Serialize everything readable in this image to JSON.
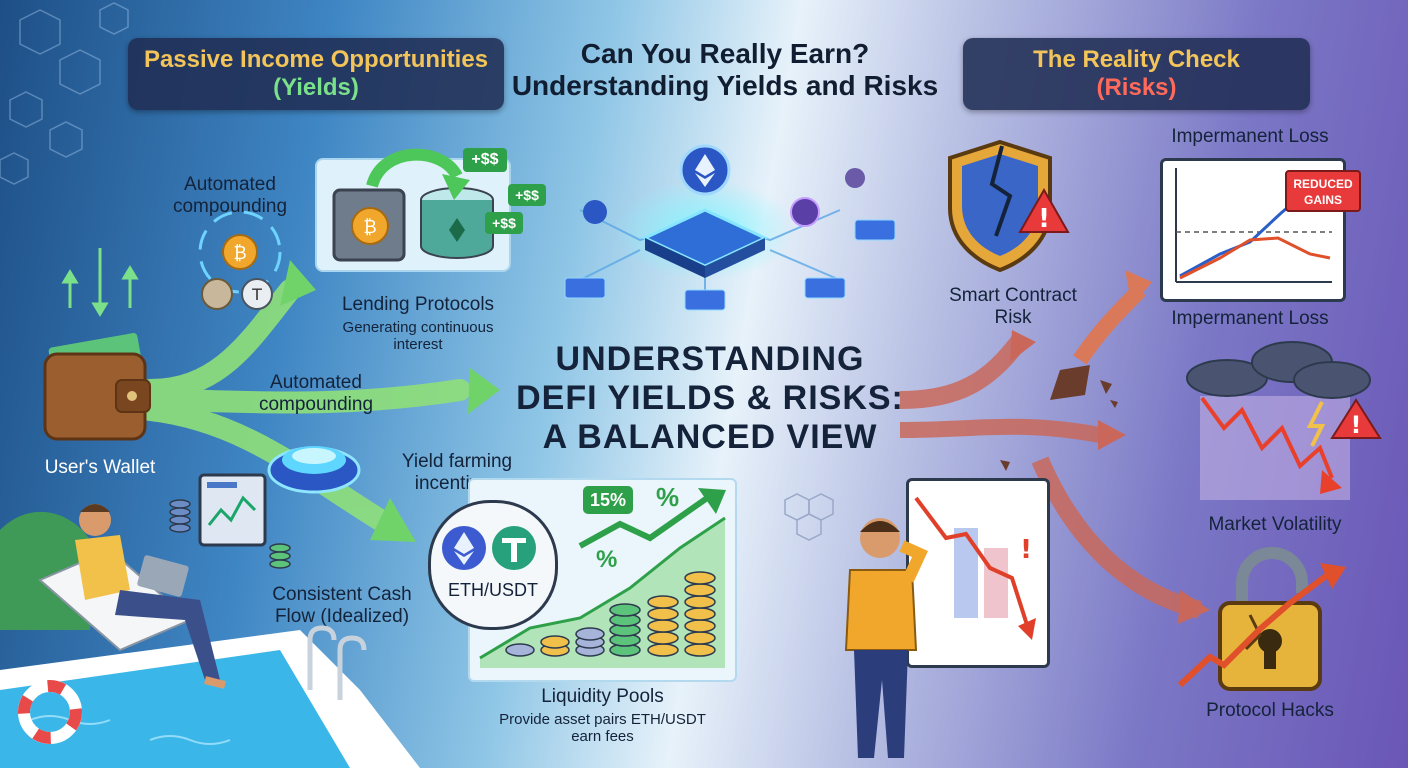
{
  "header": {
    "left_pill": {
      "line1": "Passive Income Opportunities",
      "line2": "(Yields)"
    },
    "center_title": {
      "line1": "Can You Really Earn?",
      "line2": "Understanding Yields and Risks"
    },
    "right_pill": {
      "line1": "The Reality Check",
      "line2": "(Risks)"
    }
  },
  "main_title": {
    "line1": "UNDERSTANDING",
    "line2": "DEFI YIELDS & RISKS:",
    "line3": "A BALANCED VIEW"
  },
  "yields": {
    "wallet_label": "User's Wallet",
    "auto_compound_top": {
      "line1": "Automated",
      "line2": "compounding"
    },
    "auto_compound_mid": {
      "line1": "Automated",
      "line2": "compounding"
    },
    "lending": {
      "title": "Lending Protocols",
      "desc1": "Generating continuous",
      "desc2": "interest"
    },
    "yield_farming": {
      "line1": "Yield farming",
      "line2": "incentives"
    },
    "cash_flow": {
      "line1": "Consistent Cash",
      "line2": "Flow (Idealized)"
    },
    "liquidity": {
      "title": "Liquidity Pools",
      "desc1": "Provide asset pairs ETH/USDT",
      "desc2": "earn fees"
    },
    "pair_label": "ETH/USDT",
    "pct_badge": "15%",
    "pct_symbol": "%",
    "money_tags": [
      "+$$",
      "+$$",
      "+$$"
    ]
  },
  "risks": {
    "smart_contract": {
      "line1": "Smart Contract",
      "line2": "Risk"
    },
    "impermanent_top": "Impermanent Loss",
    "impermanent_bottom": "Impermanent Loss",
    "reduced_gains": {
      "line1": "REDUCED",
      "line2": "GAINS"
    },
    "market_volatility": "Market Volatility",
    "protocol_hacks": "Protocol Hacks"
  },
  "colors": {
    "yield_green": "#7be08a",
    "risk_red": "#ff6a5a",
    "pill_bg": "#202e54",
    "header_gold": "#f2c45a",
    "yield_arrow": "#8fe07a",
    "risk_arrow": "#c9685a"
  }
}
